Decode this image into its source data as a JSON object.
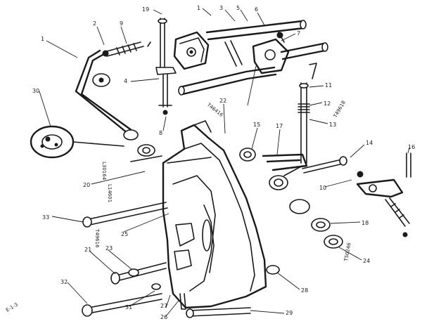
{
  "figure_id": "E-1-3",
  "callouts": [
    {
      "key": "c1",
      "text": "1"
    },
    {
      "key": "c2",
      "text": "2"
    },
    {
      "key": "c3",
      "text": "3"
    },
    {
      "key": "c4",
      "text": "4"
    },
    {
      "key": "c5",
      "text": "5"
    },
    {
      "key": "c6",
      "text": "6"
    },
    {
      "key": "c7",
      "text": "7"
    },
    {
      "key": "c8",
      "text": "8"
    },
    {
      "key": "c9",
      "text": "9"
    },
    {
      "key": "c10",
      "text": "10"
    },
    {
      "key": "c11",
      "text": "11"
    },
    {
      "key": "c12",
      "text": "12"
    },
    {
      "key": "c13",
      "text": "13"
    },
    {
      "key": "c14",
      "text": "14"
    },
    {
      "key": "c15",
      "text": "15"
    },
    {
      "key": "c16",
      "text": "16"
    },
    {
      "key": "c17",
      "text": "17"
    },
    {
      "key": "c18",
      "text": "18"
    },
    {
      "key": "c19",
      "text": "19"
    },
    {
      "key": "c20",
      "text": "20"
    },
    {
      "key": "c21",
      "text": "21"
    },
    {
      "key": "c22",
      "text": "22"
    },
    {
      "key": "c23",
      "text": "23"
    },
    {
      "key": "c24",
      "text": "24"
    },
    {
      "key": "c25",
      "text": "25"
    },
    {
      "key": "c26",
      "text": "26"
    },
    {
      "key": "c27",
      "text": "27"
    },
    {
      "key": "c28",
      "text": "28"
    },
    {
      "key": "c29",
      "text": "29"
    },
    {
      "key": "c30",
      "text": "30"
    },
    {
      "key": "c31",
      "text": "31"
    },
    {
      "key": "c32",
      "text": "32"
    },
    {
      "key": "c33",
      "text": "33"
    }
  ],
  "rotated_labels": [
    {
      "key": "r1",
      "text": "T46416"
    },
    {
      "key": "r2",
      "text": "L30164"
    },
    {
      "key": "r3",
      "text": "L14601"
    },
    {
      "key": "r4",
      "text": "T49616"
    },
    {
      "key": "r5",
      "text": "T49618"
    },
    {
      "key": "r6",
      "text": "T50246"
    }
  ]
}
